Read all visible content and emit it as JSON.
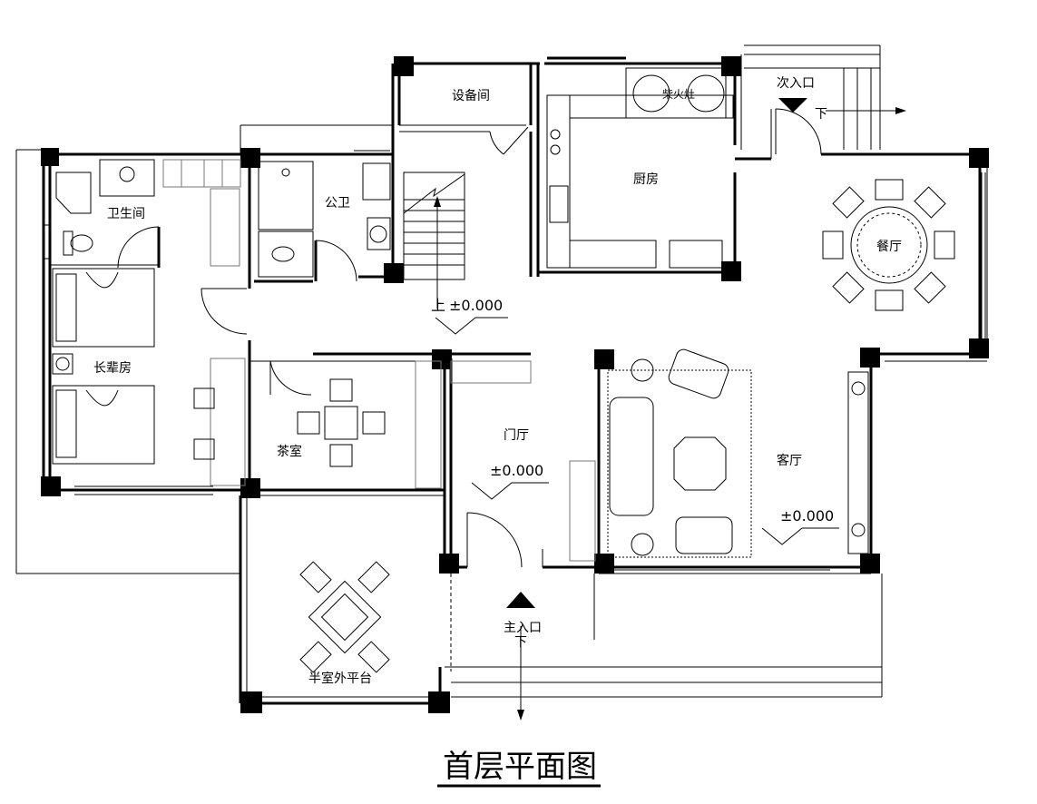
{
  "title": "首层平面图",
  "rooms": {
    "equipment": "设备间",
    "kitchen": "厨房",
    "stove": "柴火灶",
    "secondary_entrance": "次入口",
    "bathroom": "卫生间",
    "public_wc": "公卫",
    "elder_room": "长辈房",
    "dining": "餐厅",
    "tea_room": "茶室",
    "foyer": "门厅",
    "living": "客厅",
    "terrace": "半室外平台",
    "main_entrance": "主入口"
  },
  "annotations": {
    "up_label": "上",
    "down_label_secondary": "下",
    "down_label_main": "下",
    "elev_stair": "±0.000",
    "elev_foyer": "±0.000",
    "elev_living": "±0.000"
  }
}
